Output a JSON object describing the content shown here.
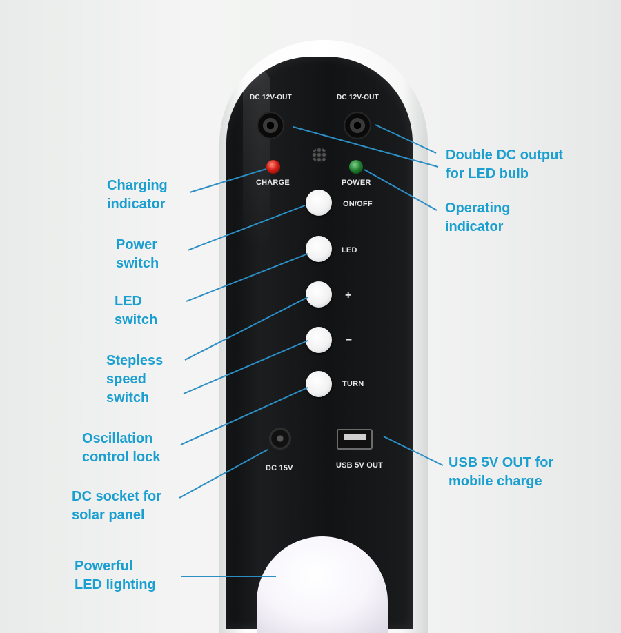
{
  "device": {
    "dc_out_left": "DC 12V-OUT",
    "dc_out_right": "DC 12V-OUT",
    "charge_led_label": "CHARGE",
    "power_led_label": "POWER",
    "btn_onoff_label": "ON/OFF",
    "btn_led_label": "LED",
    "btn_plus_label": "+",
    "btn_minus_label": "–",
    "btn_turn_label": "TURN",
    "dc_in_label": "DC 15V",
    "usb_label": "USB 5V OUT"
  },
  "callouts": {
    "double_dc": [
      "Double DC output",
      "for LED bulb"
    ],
    "charging": [
      "Charging",
      "indicator"
    ],
    "operating": [
      "Operating",
      "indicator"
    ],
    "power_switch": [
      "Power",
      "switch"
    ],
    "led_switch": [
      "LED",
      "switch"
    ],
    "stepless": [
      "Stepless",
      "speed",
      "switch"
    ],
    "oscillation": [
      "Oscillation",
      "control lock"
    ],
    "usb": [
      "USB 5V OUT for",
      "mobile charge"
    ],
    "dc_socket": [
      "DC socket for",
      "solar panel"
    ],
    "lighting": [
      "Powerful",
      "LED lighting"
    ]
  },
  "colors": {
    "label_text": "#1b9fd0",
    "leader_line": "#2b8ec4",
    "panel": "#141516",
    "charge_led": "#d21c14",
    "power_led": "#1d7a2c"
  }
}
